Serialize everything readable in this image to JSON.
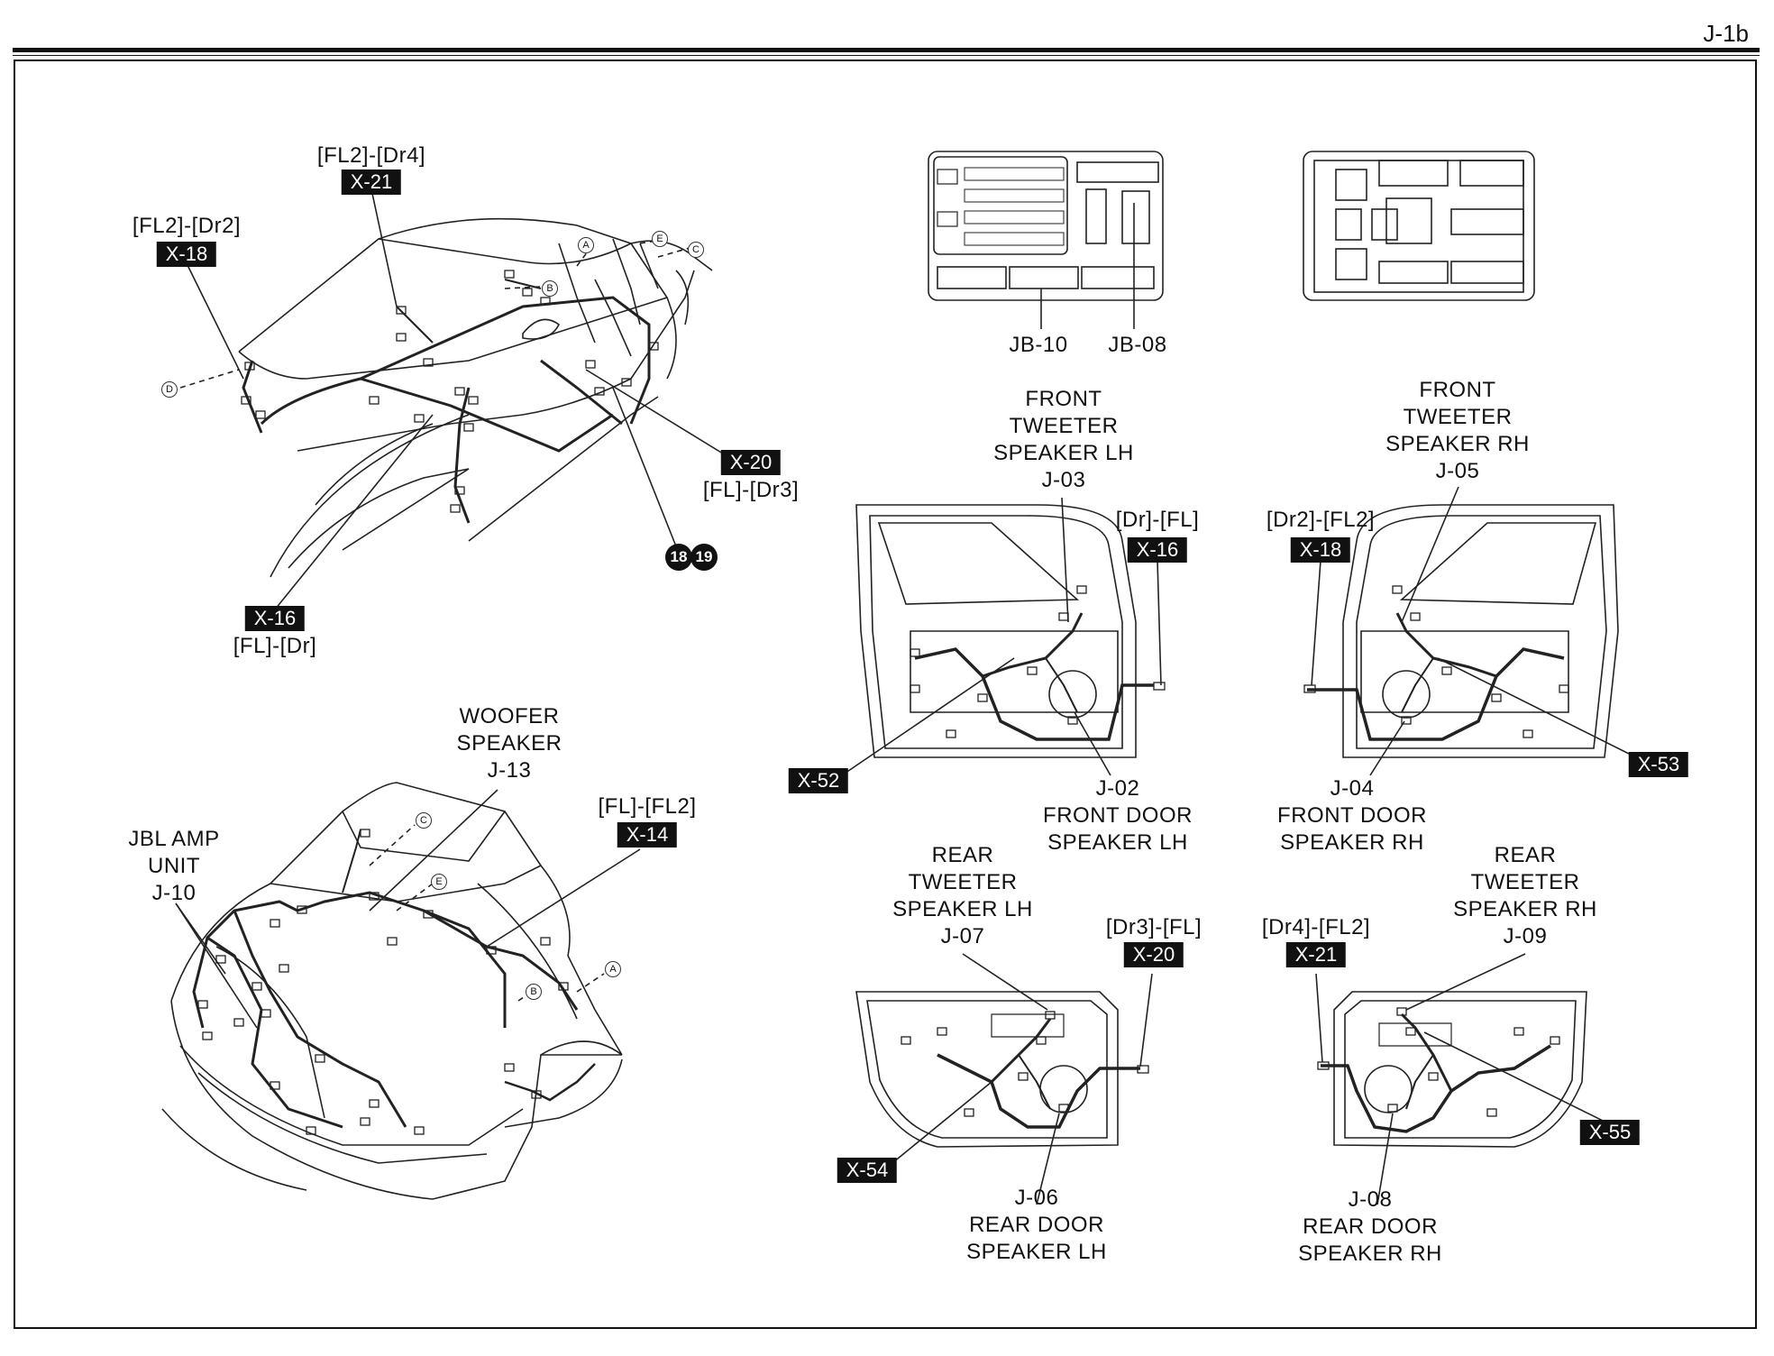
{
  "page_code": "J-1b",
  "callouts": [
    {
      "id": "x18-top",
      "code": "[FL2]-[Dr2]",
      "tag": "X-18"
    },
    {
      "id": "x21-top",
      "code": "[FL2]-[Dr4]",
      "tag": "X-21"
    },
    {
      "id": "x20-top",
      "code": "[FL]-[Dr3]",
      "tag": "X-20"
    },
    {
      "id": "x16-top",
      "code": "[FL]-[Dr]",
      "tag": "X-16"
    },
    {
      "id": "x14-rear",
      "code": "[FL]-[FL2]",
      "tag": "X-14"
    },
    {
      "id": "x16-door",
      "code": "[Dr]-[FL]",
      "tag": "X-16"
    },
    {
      "id": "x18-door",
      "code": "[Dr2]-[FL2]",
      "tag": "X-18"
    },
    {
      "id": "x20-door",
      "code": "[Dr3]-[FL]",
      "tag": "X-20"
    },
    {
      "id": "x21-door",
      "code": "[Dr4]-[FL2]",
      "tag": "X-21"
    }
  ],
  "tags_only": [
    "X-52",
    "X-53",
    "X-54",
    "X-55"
  ],
  "ground_bubbles": [
    "18",
    "19"
  ],
  "junction_blocks": [
    "JB-10",
    "JB-08"
  ],
  "components": [
    {
      "id": "j03",
      "lines": [
        "FRONT",
        "TWEETER",
        "SPEAKER LH",
        "J-03"
      ]
    },
    {
      "id": "j05",
      "lines": [
        "FRONT",
        "TWEETER",
        "SPEAKER RH",
        "J-05"
      ]
    },
    {
      "id": "j02",
      "lines": [
        "J-02",
        "FRONT DOOR",
        "SPEAKER LH"
      ]
    },
    {
      "id": "j04",
      "lines": [
        "J-04",
        "FRONT DOOR",
        "SPEAKER RH"
      ]
    },
    {
      "id": "j07",
      "lines": [
        "REAR",
        "TWEETER",
        "SPEAKER LH",
        "J-07"
      ]
    },
    {
      "id": "j09",
      "lines": [
        "REAR",
        "TWEETER",
        "SPEAKER RH",
        "J-09"
      ]
    },
    {
      "id": "j06",
      "lines": [
        "J-06",
        "REAR DOOR",
        "SPEAKER LH"
      ]
    },
    {
      "id": "j08",
      "lines": [
        "J-08",
        "REAR DOOR",
        "SPEAKER RH"
      ]
    },
    {
      "id": "j13",
      "lines": [
        "WOOFER",
        "SPEAKER",
        "J-13"
      ]
    },
    {
      "id": "j10",
      "lines": [
        "JBL AMP",
        "UNIT",
        "J-10"
      ]
    }
  ],
  "connector_letters": [
    "A",
    "B",
    "C",
    "D",
    "E"
  ]
}
